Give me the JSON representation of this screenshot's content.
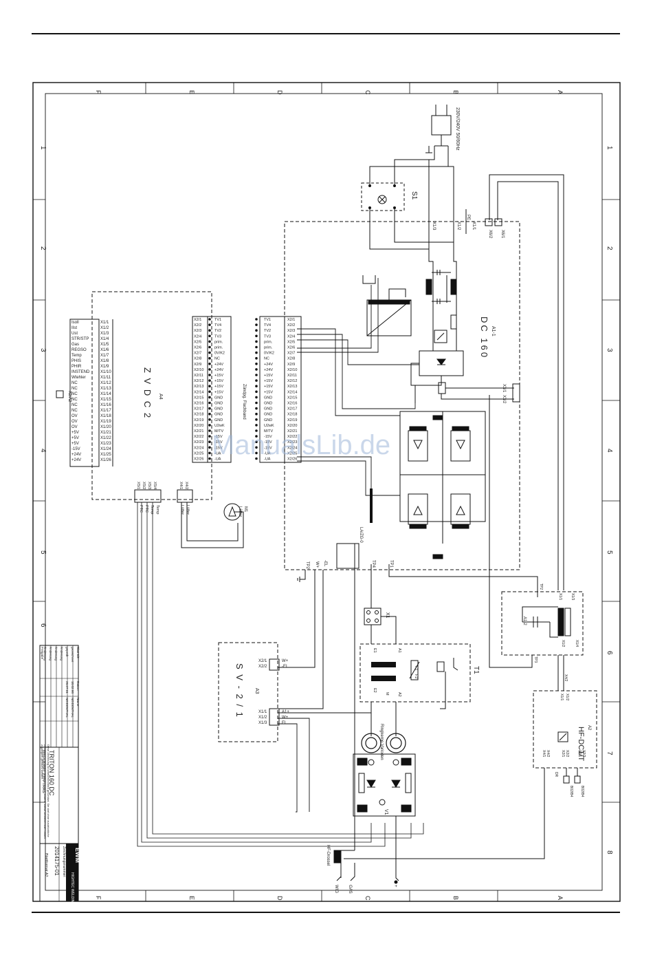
{
  "frame": {
    "column_letters": [
      "F",
      "E",
      "D",
      "C",
      "B",
      "A"
    ],
    "row_numbers": [
      "1",
      "2",
      "3",
      "4",
      "5",
      "6",
      "7",
      "8"
    ]
  },
  "mains": {
    "label": "230V/240V 50/60Hz"
  },
  "switch": {
    "label": "S1"
  },
  "terminals": {
    "upper": [
      "X1/3",
      "X1/2",
      "X1/1",
      "PE",
      "X6/2",
      "X6/1"
    ]
  },
  "dc_board": {
    "ref": "A1-1",
    "name": "DC 160",
    "output_terminals": [
      "X3/1",
      "X3/2"
    ]
  },
  "control_board": {
    "ref": "A4",
    "name": "Z V D C 2",
    "cable_label": "Zündpg. Flachband",
    "left_signals": [
      "Isoll",
      "IIst",
      "Ust",
      "STR/STP",
      "Gas",
      "REGSO",
      "Temp",
      "PHIS",
      "PHIR",
      "INSTEND",
      "Wtehler",
      "NC",
      "NC",
      "NC",
      "NC",
      "NC",
      "NC",
      "OV",
      "OV",
      "OV",
      "+5V",
      "+5V",
      "+5V",
      "-15V",
      "+24V",
      "+24V"
    ],
    "left_pins": [
      "X1/1",
      "X1/2",
      "X1/3",
      "X1/4",
      "X1/5",
      "X1/6",
      "X1/7",
      "X1/8",
      "X1/9",
      "X1/10",
      "X1/11",
      "X1/12",
      "X1/13",
      "X1/14",
      "X1/15",
      "X1/16",
      "X1/17",
      "X1/18",
      "X1/19",
      "X1/20",
      "X1/21",
      "X1/22",
      "X1/23",
      "X1/24",
      "X1/25",
      "X1/26"
    ],
    "bus_pins": [
      "X2/1",
      "X2/2",
      "X2/3",
      "X2/4",
      "X2/5",
      "X2/6",
      "X2/7",
      "X2/8",
      "X2/9",
      "X2/10",
      "X2/11",
      "X2/12",
      "X2/13",
      "X2/14",
      "X2/15",
      "X2/16",
      "X2/17",
      "X2/18",
      "X2/19",
      "X2/20",
      "X2/21",
      "X2/22",
      "X2/23",
      "X2/24",
      "X2/25",
      "X2/26"
    ],
    "bus_signals": [
      "TV1",
      "TV4",
      "TV2",
      "TV3",
      "prim.",
      "prim.",
      "0V/K2",
      "NC",
      "+24V",
      "+24V",
      "+15V",
      "+15V",
      "+15V",
      "+15V",
      "GND",
      "GND",
      "GND",
      "GND",
      "GND",
      "U2wK",
      "M/TV",
      "-15V",
      "-15V",
      "-15V",
      "-UA",
      "-UA"
    ],
    "bottom_terminals": [
      "X5/1",
      "X5/2",
      "X5/3",
      "X5/4",
      "X4/1",
      "X4/2"
    ],
    "bottom_labels": [
      "PTC",
      "PTC",
      "Temp",
      "Temp",
      "Lüfter",
      "Lüfter"
    ],
    "xr_label": "X2/A2"
  },
  "fan": {
    "ref": "M1",
    "label": "Lüfter"
  },
  "sv_board": {
    "ref": "A3",
    "name": "S V - 2 / 1",
    "x2_pins": [
      "X2/1",
      "X2/2"
    ],
    "x2_signals": [
      "W+",
      "-EI"
    ],
    "x1_pins": [
      "X1/1",
      "X1/2",
      "X1/3"
    ],
    "x1_signals": [
      "A1+",
      "W+",
      "EL"
    ]
  },
  "test_points": [
    "TP2",
    "W+",
    "-EL",
    "TP4",
    "TP1",
    "LA/ZG-0"
  ],
  "x1_block": {
    "label": "X1"
  },
  "transformer": {
    "ref": "T1",
    "windings": [
      "A1",
      "E1",
      "E2",
      "A2",
      "M",
      "F1",
      "F2"
    ]
  },
  "rectifier": {
    "ref": "V1",
    "label": "Ringkerne Varioden"
  },
  "hf_filter": {
    "ref": "A1-2",
    "pins": [
      "TP2",
      "X1/1",
      "X1/3",
      "X1/2",
      "TP3",
      "X1/4",
      "X4/2"
    ]
  },
  "hf_board": {
    "ref": "A2",
    "name": "HF-DC1/T",
    "pins": [
      "X1/1",
      "X1/2",
      "X2/1",
      "X2/2",
      "X3/1",
      "X3/2",
      "X4/1",
      "X4/2"
    ],
    "outputs": [
      "B02/B4",
      "B02/B4"
    ],
    "side_label": "DR"
  },
  "outputs": [
    {
      "label": "HF-Drossel"
    },
    {
      "label": "WIG"
    },
    {
      "label": "GAS"
    },
    {
      "label": "+"
    }
  ],
  "title_block": {
    "sheet": "Blatt 1/2",
    "row_labels": [
      "Datum",
      "Name",
      "gezeichnet",
      "geprüft",
      "Änderung",
      "Änderung",
      "Änderung",
      "Änderung",
      "Freigabe"
    ],
    "date_drawn": "18.02.98",
    "date_checked": "26.07.01",
    "name_drawn": "NEIDENTHAL",
    "name_checked": "NEIDENTHAL",
    "note": "Diese Zeichnung ist urheberrechtlich geschützt. Sie darf ohne ausdrückliche Zustimmung weder vervielfältigt noch in anderer Weise verwertet oder Dritten zugänglich gemacht werden.",
    "title": "TRITON 160 DC",
    "subtitle": "WIG-GERÄT 230V TRAG",
    "company_1": "EWM",
    "company_2": "HIGHTEC WELDING",
    "drawing_no_label": "Zeichnungsnummer:",
    "drawing_no": "2014175-01",
    "sheet_type": "Blattformat A2"
  },
  "watermark": "ManualsLib.de"
}
